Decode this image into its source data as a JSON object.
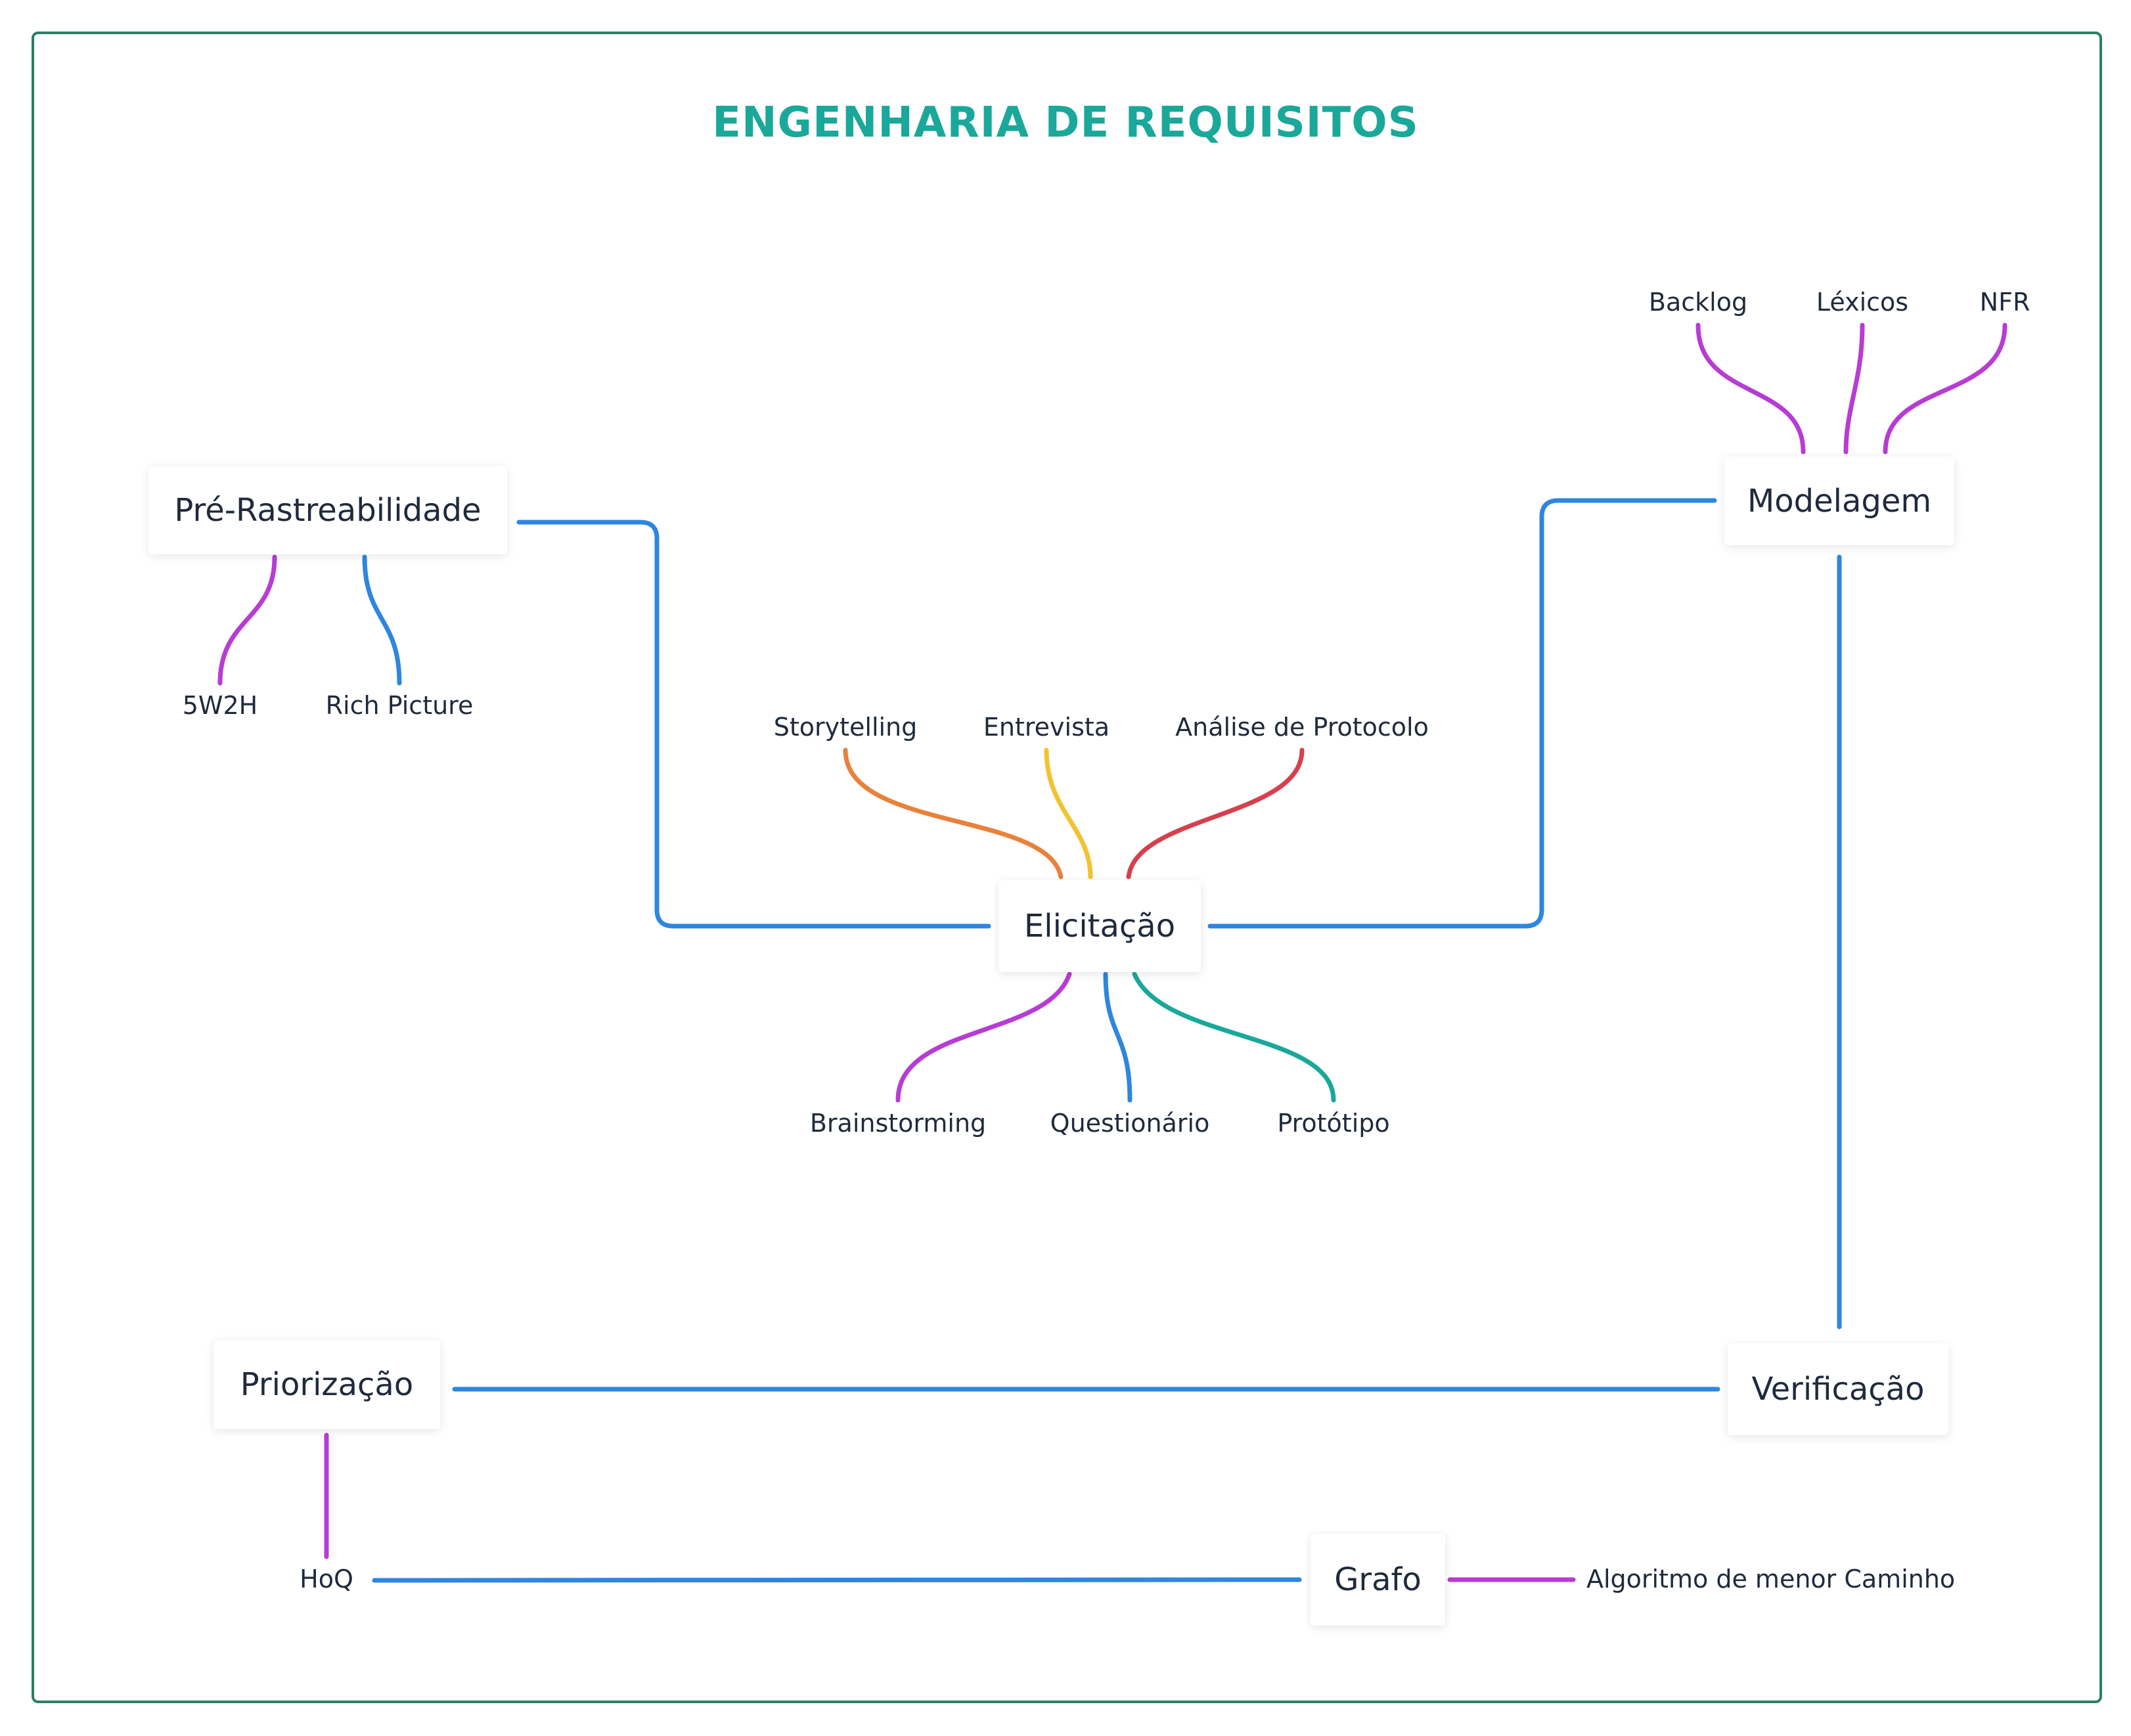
{
  "title": "ENGENHARIA DE REQUISITOS",
  "colors": {
    "title": "#1aa89a",
    "frame": "#2e7d66",
    "flow": "#2e86de",
    "purple": "#b83cd4",
    "blue": "#2e86de",
    "orange": "#e8823a",
    "yellow": "#f2c230",
    "red": "#d6404c",
    "teal": "#1aa89a"
  },
  "nodes": {
    "pre_rastreabilidade": "Pré-Rastreabilidade",
    "elicitacao": "Elicitação",
    "modelagem": "Modelagem",
    "verificacao": "Verificação",
    "priorizacao": "Priorização",
    "grafo": "Grafo"
  },
  "leaves": {
    "w5h2": "5W2H",
    "rich_picture": "Rich Picture",
    "storytelling": "Storytelling",
    "entrevista": "Entrevista",
    "analise_protocolo": "Análise de Protocolo",
    "brainstorming": "Brainstorming",
    "questionario": "Questionário",
    "prototipo": "Protótipo",
    "backlog": "Backlog",
    "lexicos": "Léxicos",
    "nfr": "NFR",
    "hoq": "HoQ",
    "algoritmo": "Algoritmo de menor Caminho"
  }
}
